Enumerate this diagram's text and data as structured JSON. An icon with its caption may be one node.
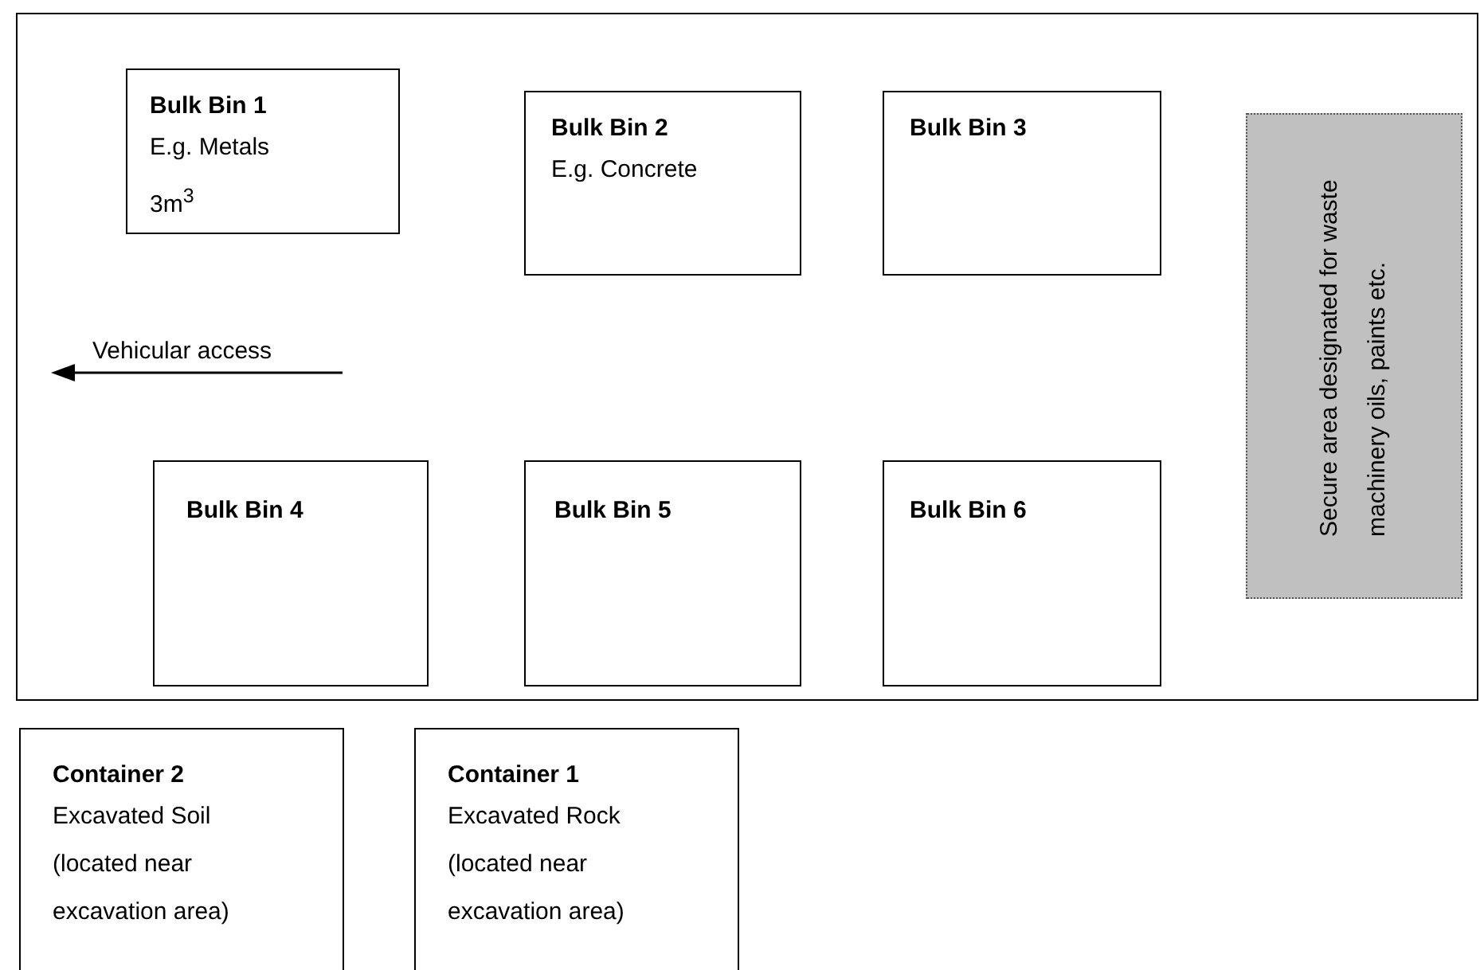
{
  "diagram": {
    "nodes": [
      {
        "text": [],
        "shape": "box"
      },
      {
        "text": [
          "Bulk Bin 1",
          "E.g. Metals",
          "3m$^{3}$"
        ],
        "in": 0
      },
      {
        "text": [
          "Bulk Bin 2",
          "E.g. Concrete"
        ],
        "in": 0
      },
      {
        "text": [
          "Bulk Bin 3"
        ],
        "in": 0
      },
      {
        "text": [
          "Secure area designated for waste machinery oils, paints etc."
        ],
        "in": 0
      },
      {
        "text": [
          "Bulk Bin 4"
        ],
        "in": 0
      },
      {
        "text": [
          "Bulk Bin 5"
        ],
        "in": 0
      },
      {
        "text": [
          "Bulk Bin 6"
        ],
        "in": 0
      },
      {
        "text": [
          "Container 2",
          "Excavated Soil",
          "(located near excavation area)"
        ]
      },
      {
        "text": [
          "Container 1",
          "Excavated Rock",
          "(located near excavation area)"
        ]
      }
    ],
    "edges": [],
    "labels": [
      "Vehicular access"
    ]
  }
}
